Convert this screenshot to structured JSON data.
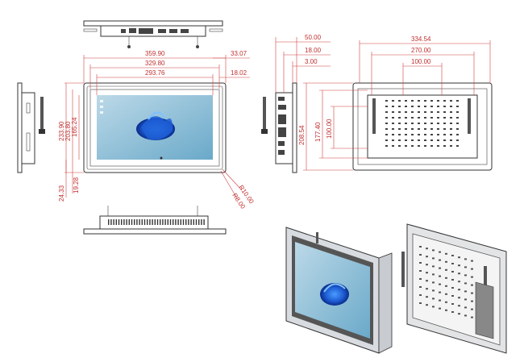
{
  "dimensions": {
    "top": [
      "359.90",
      "329.80",
      "293.76",
      "33.07",
      "18.02"
    ],
    "left": [
      "233.90",
      "203.80",
      "165.24",
      "24.33",
      "19.28"
    ],
    "radius": [
      "R10.00",
      "R8.00"
    ],
    "side": [
      "50.00",
      "18.00",
      "3.00"
    ],
    "rear_top": [
      "334.54",
      "270.00",
      "100.00"
    ],
    "rear_left": [
      "208.54",
      "177.40",
      "100.00"
    ]
  },
  "colors": {
    "dimension": "#c03030",
    "outline": "#333333",
    "wallpaper": "#7ab8d4",
    "bloom": "#1f5fd6"
  },
  "icons": [
    "antenna-icon",
    "wallpaper-bloom-icon"
  ]
}
